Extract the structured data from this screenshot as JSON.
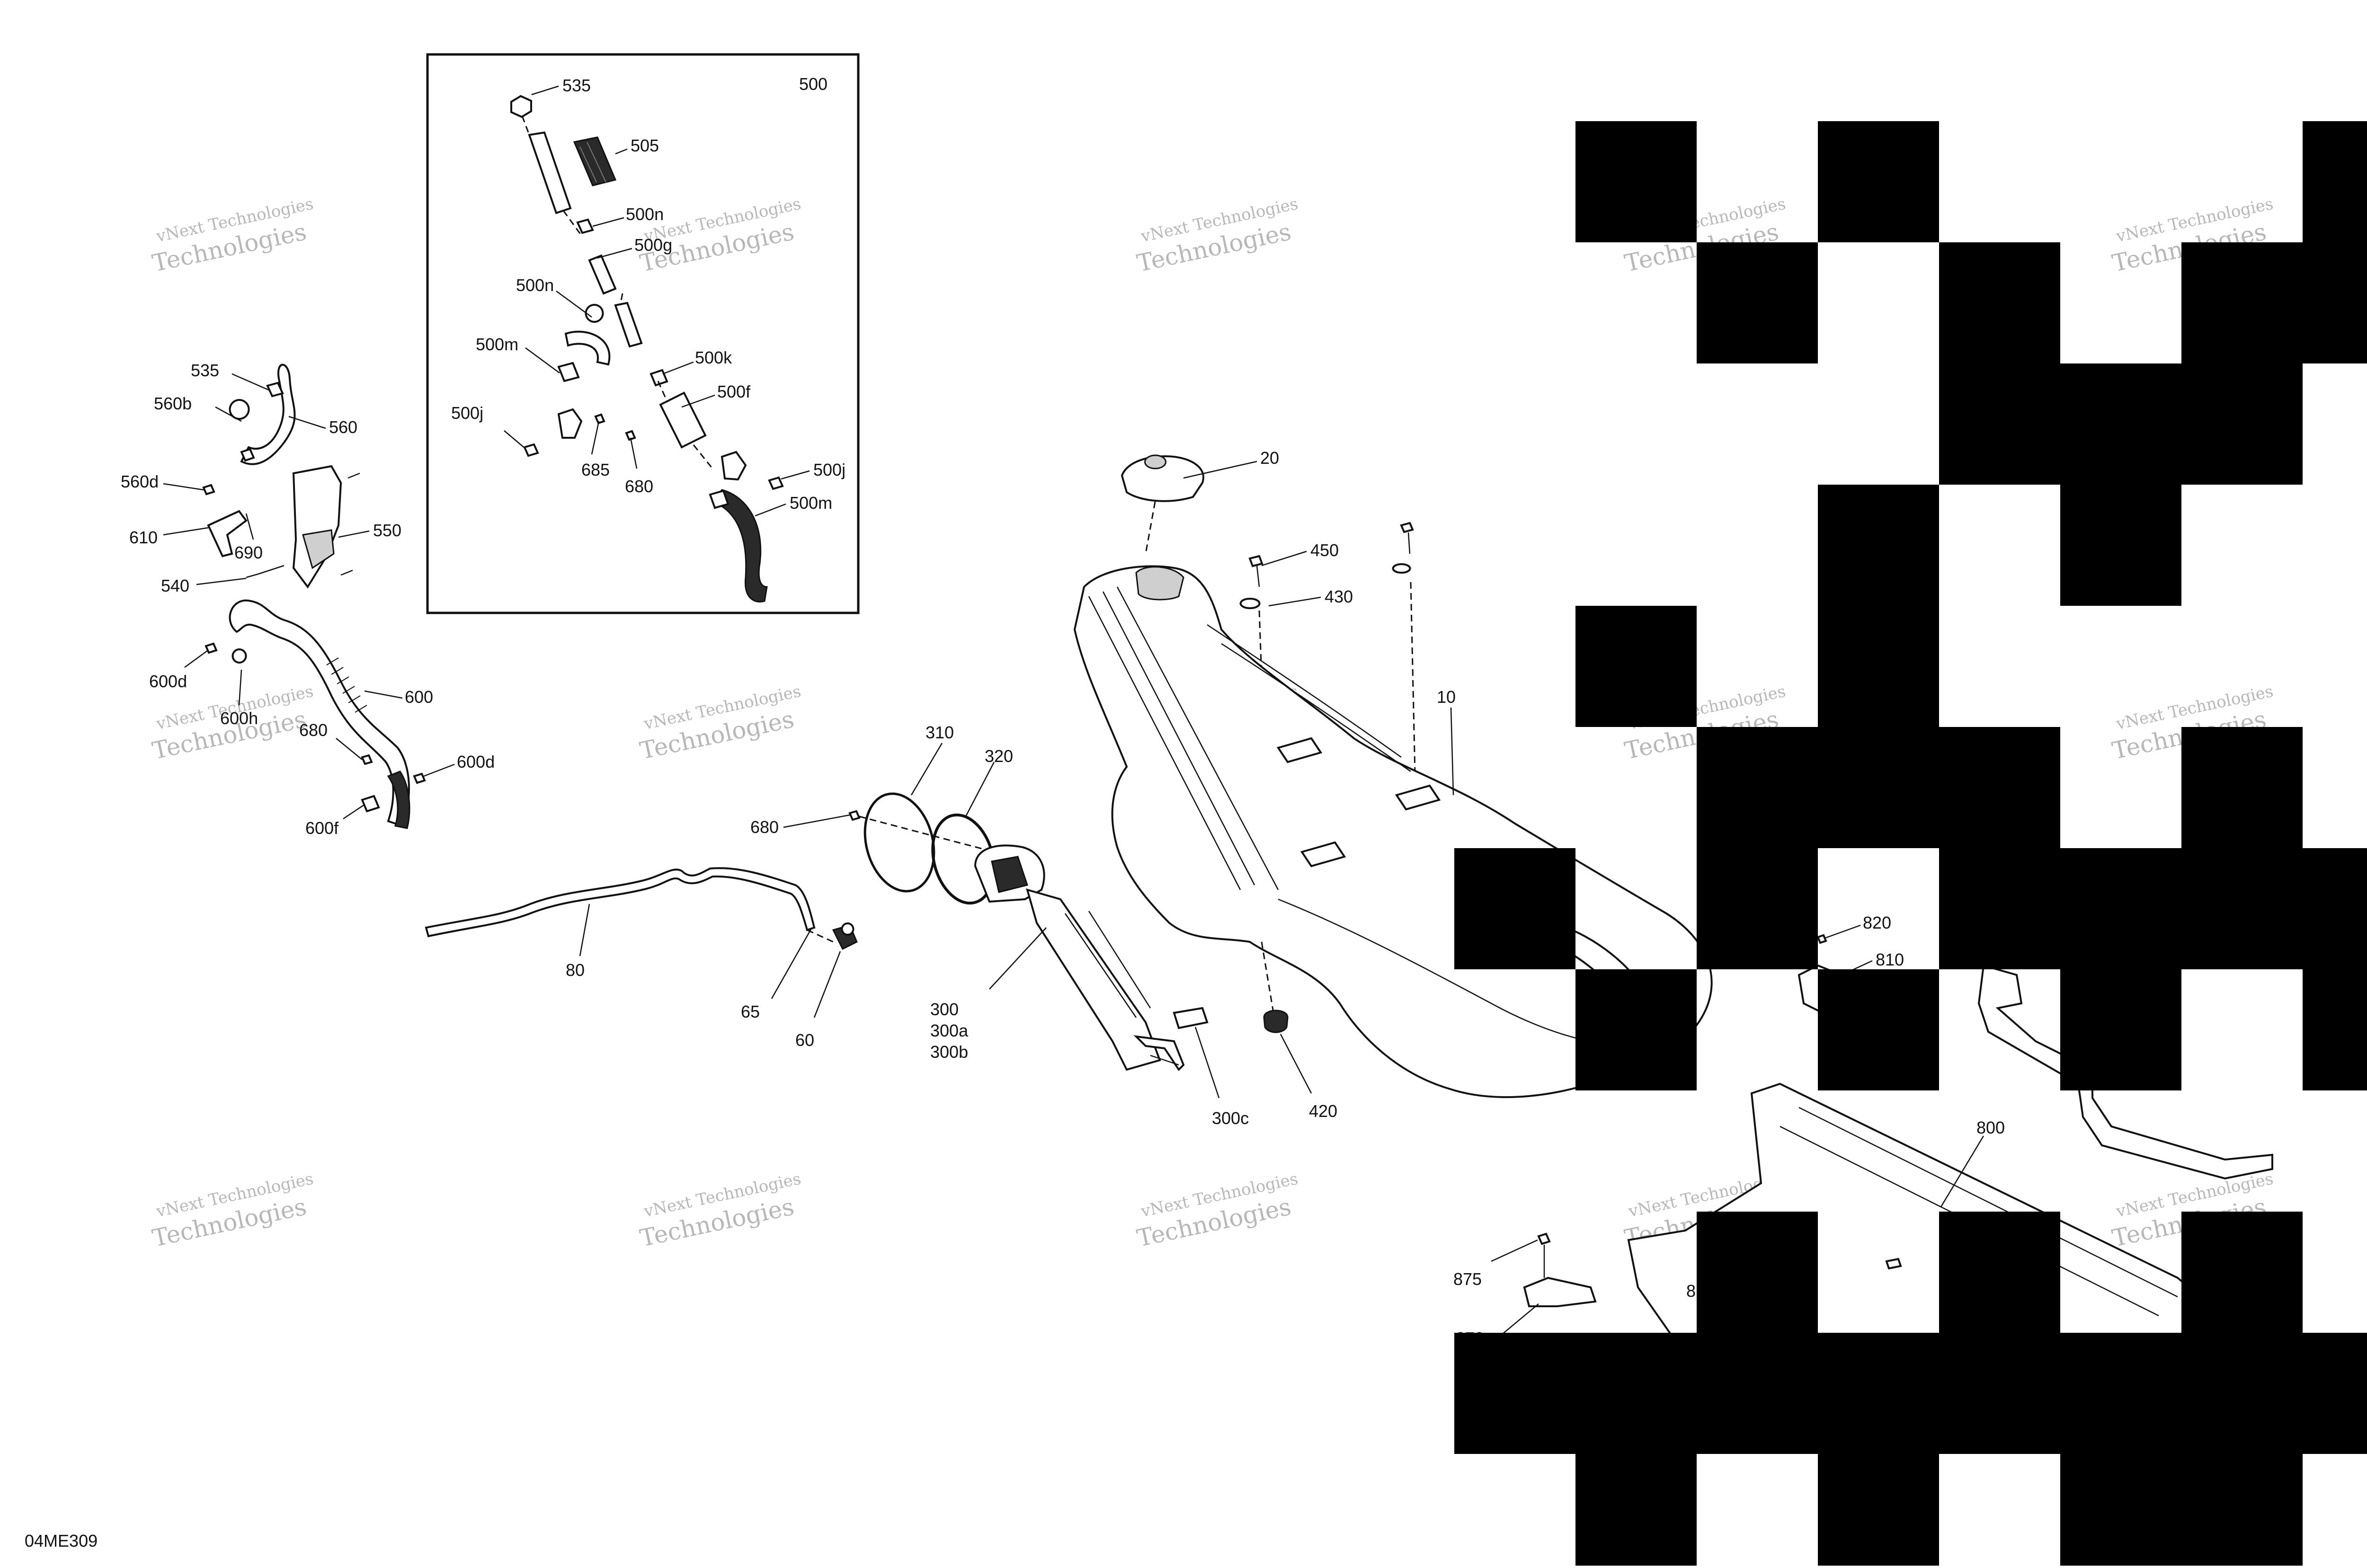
{
  "diagram": {
    "code": "04ME309",
    "watermark_line1": "vNext Technologies",
    "watermark_line2": "Technologies",
    "inset": {
      "title": "500"
    },
    "callouts": {
      "c535a": "535",
      "c505": "505",
      "c500p": "500n",
      "c500g": "500g",
      "c500n": "500n",
      "c500m_top": "500m",
      "c500k": "500k",
      "c500f": "500f",
      "c500j_left": "500j",
      "c685": "685",
      "c680_inset": "680",
      "c500j_right": "500j",
      "c500m_bot": "500m",
      "c535b": "535",
      "c560b": "560b",
      "c560": "560",
      "c560d": "560d",
      "c550": "550",
      "c610": "610",
      "c690": "690",
      "c540": "540",
      "c600d_top": "600d",
      "c600": "600",
      "c600h": "600h",
      "c680_left": "680",
      "c600d_bot": "600d",
      "c600f": "600f",
      "c310": "310",
      "c320": "320",
      "c680_mid": "680",
      "c80": "80",
      "c65": "65",
      "c60": "60",
      "c300": "300",
      "c300a": "300a",
      "c300b": "300b",
      "c300c": "300c",
      "c20": "20",
      "c450": "450",
      "c430": "430",
      "c10": "10",
      "c420": "420",
      "c820": "820",
      "c810": "810",
      "c800": "800",
      "c875": "875",
      "c870": "870",
      "c8x": "8"
    }
  }
}
